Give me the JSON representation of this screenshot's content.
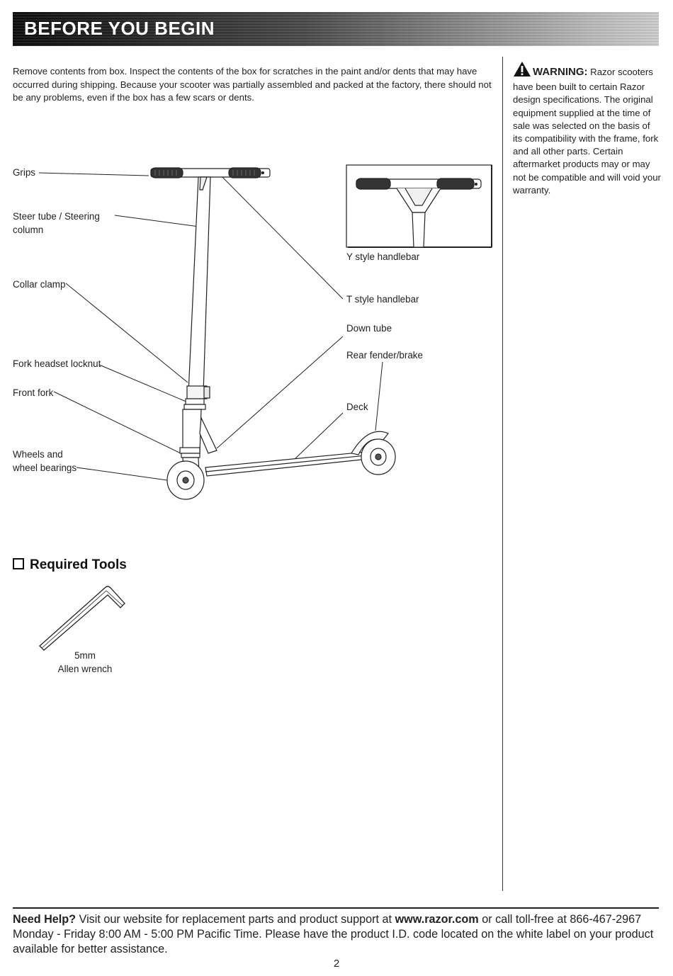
{
  "header": {
    "title": "BEFORE YOU BEGIN"
  },
  "intro": {
    "text": "Remove contents from box. Inspect the contents of the box for scratches in the paint and/or dents that may have occurred during shipping. Because your scooter was partially assembled and packed at the factory, there should not be any problems, even if the box has a few scars or dents."
  },
  "warning": {
    "icon": "warning-triangle-icon",
    "title": "WARNING:",
    "body": "Razor scooters have been built to certain Razor design specifications. The original equipment supplied at the time of sale was selected on the basis of its compatibility with the frame, fork and all other parts. Certain aftermarket products may or may not be compatible and will void your warranty."
  },
  "diagram": {
    "labels": {
      "grips": "Grips",
      "steer_tube_line1": "Steer tube / Steering",
      "steer_tube_line2": "column",
      "collar_clamp": "Collar clamp",
      "fork_headset_locknut": "Fork headset locknut",
      "front_fork": "Front fork",
      "wheels_line1": "Wheels and",
      "wheels_line2": "wheel bearings",
      "y_style_handlebar": "Y style handlebar",
      "t_style_handlebar": "T style handlebar",
      "down_tube": "Down tube",
      "rear_fender_brake": "Rear fender/brake",
      "deck": "Deck"
    }
  },
  "tools": {
    "heading": "Required Tools",
    "items": [
      {
        "icon": "allen-wrench-icon",
        "caption_line1": "5mm",
        "caption_line2": "Allen wrench"
      }
    ]
  },
  "footer": {
    "help_label": "Need Help?",
    "help_text_1": " Visit our website for replacement parts and product support at ",
    "website": "www.razor.com",
    "help_text_2": " or call toll-free at 866-467-2967 Monday - Friday 8:00 AM - 5:00 PM Pacific Time. Please have the product I.D. code located on the white label on your product available for better assistance.",
    "page_number": "2"
  }
}
